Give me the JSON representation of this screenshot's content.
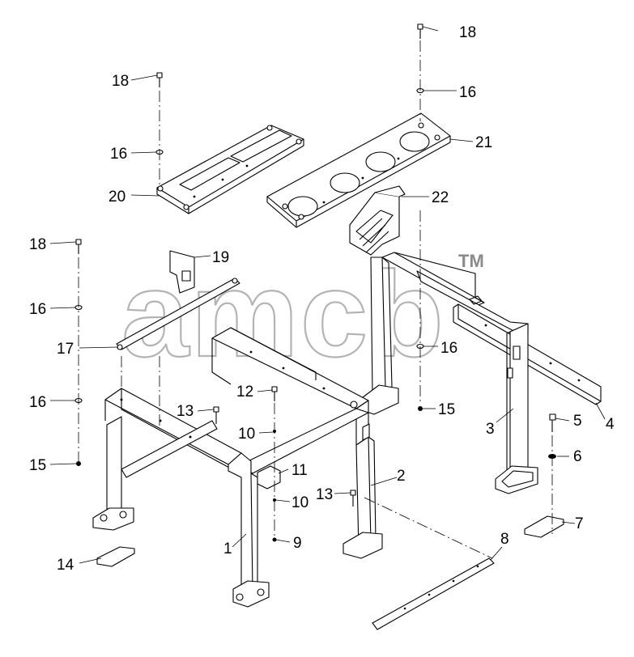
{
  "diagram": {
    "callouts": [
      {
        "id": "c1",
        "text": "1"
      },
      {
        "id": "c2",
        "text": "2"
      },
      {
        "id": "c3",
        "text": "3"
      },
      {
        "id": "c4",
        "text": "4"
      },
      {
        "id": "c5",
        "text": "5"
      },
      {
        "id": "c6",
        "text": "6"
      },
      {
        "id": "c7",
        "text": "7"
      },
      {
        "id": "c8",
        "text": "8"
      },
      {
        "id": "c9",
        "text": "9"
      },
      {
        "id": "c10a",
        "text": "10"
      },
      {
        "id": "c10b",
        "text": "10"
      },
      {
        "id": "c11",
        "text": "11"
      },
      {
        "id": "c12",
        "text": "12"
      },
      {
        "id": "c13a",
        "text": "13"
      },
      {
        "id": "c13b",
        "text": "13"
      },
      {
        "id": "c14",
        "text": "14"
      },
      {
        "id": "c15a",
        "text": "15"
      },
      {
        "id": "c15b",
        "text": "15"
      },
      {
        "id": "c16a",
        "text": "16"
      },
      {
        "id": "c16b",
        "text": "16"
      },
      {
        "id": "c16c",
        "text": "16"
      },
      {
        "id": "c16d",
        "text": "16"
      },
      {
        "id": "c16e",
        "text": "16"
      },
      {
        "id": "c17",
        "text": "17"
      },
      {
        "id": "c18a",
        "text": "18"
      },
      {
        "id": "c18b",
        "text": "18"
      },
      {
        "id": "c18c",
        "text": "18"
      },
      {
        "id": "c19",
        "text": "19"
      },
      {
        "id": "c20",
        "text": "20"
      },
      {
        "id": "c21",
        "text": "21"
      },
      {
        "id": "c22",
        "text": "22"
      }
    ]
  },
  "watermark": {
    "logo_text": "amcb",
    "trademark": "TM"
  }
}
